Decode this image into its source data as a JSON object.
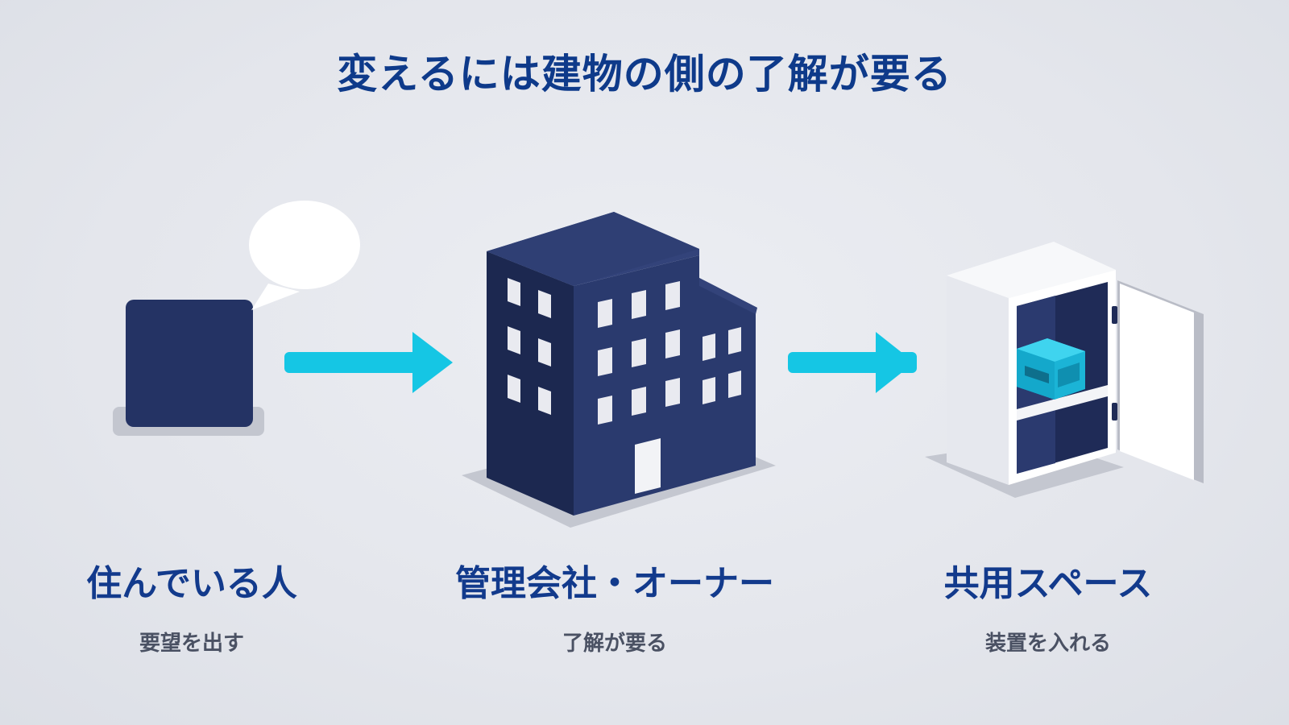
{
  "title": "変えるには建物の側の了解が要る",
  "steps": [
    {
      "label": "住んでいる人",
      "sub": "要望を出す",
      "icon": "person-speech-icon"
    },
    {
      "label": "管理会社・オーナー",
      "sub": "了解が要る",
      "icon": "building-icon"
    },
    {
      "label": "共用スペース",
      "sub": "装置を入れる",
      "icon": "cabinet-device-icon"
    }
  ],
  "colors": {
    "title": "#0e3a8a",
    "navy": "#243364",
    "accent": "#15c6e4",
    "subtext": "#4a5163",
    "background": "#e4e6ec"
  }
}
